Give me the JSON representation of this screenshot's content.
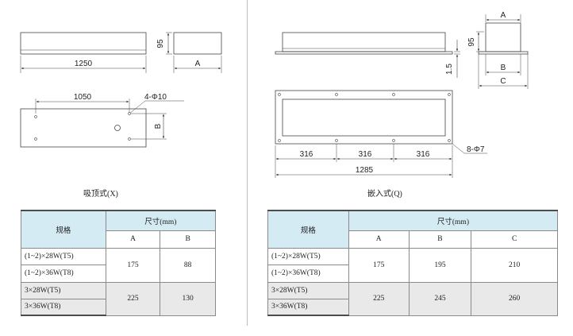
{
  "ceiling": {
    "caption": "吸顶式(X)",
    "dims": {
      "length": "1250",
      "height": "95",
      "depth": "A",
      "hole_span": "1050",
      "holes": "4-Φ10",
      "width": "B"
    }
  },
  "recessed": {
    "caption": "嵌入式(Q)",
    "dims": {
      "top_a": "A",
      "height": "95",
      "flange": "1.5",
      "b": "B",
      "c": "C",
      "seg1": "316",
      "seg2": "316",
      "seg3": "316",
      "total": "1285",
      "holes": "8-Φ7"
    }
  },
  "table_x": {
    "spec_header": "规格",
    "size_header": "尺寸(mm)",
    "cols": [
      "A",
      "B"
    ],
    "rows": [
      {
        "specs": [
          "(1~2)×28W(T5)",
          "(1~2)×36W(T8)"
        ],
        "values": [
          "175",
          "88"
        ]
      },
      {
        "specs": [
          "3×28W(T5)",
          "3×36W(T8)"
        ],
        "values": [
          "225",
          "130"
        ]
      }
    ]
  },
  "table_q": {
    "spec_header": "规格",
    "size_header": "尺寸(mm)",
    "cols": [
      "A",
      "B",
      "C"
    ],
    "rows": [
      {
        "specs": [
          "(1~2)×28W(T5)",
          "(1~2)×36W(T8)"
        ],
        "values": [
          "175",
          "195",
          "210"
        ]
      },
      {
        "specs": [
          "3×28W(T5)",
          "3×36W(T8)"
        ],
        "values": [
          "225",
          "245",
          "260"
        ]
      }
    ]
  }
}
